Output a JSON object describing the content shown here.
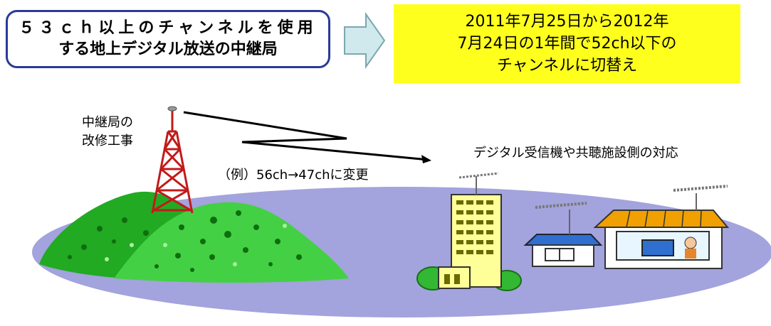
{
  "source_box": {
    "line1": "５３ｃｈ以上のチャンネルを使用",
    "line2": "する地上デジタル放送の中継局"
  },
  "result_box": {
    "line1": "2011年7月25日から2012年",
    "line2": "7月24日の1年間で52ch以下の",
    "line3": "チャンネルに切替え"
  },
  "labels": {
    "relay_line1": "中継局の",
    "relay_line2": "改修工事",
    "example": "（例）56ch→47chに変更",
    "receiver": "デジタル受信機や共聴施設側の対応"
  },
  "colors": {
    "box_border": "#2a3a96",
    "highlight": "#ffff1e",
    "arrow_fill": "#cfe9ec",
    "ground": "#a3a3dd",
    "hill": "#33c233",
    "tower": "#c21a1a"
  }
}
